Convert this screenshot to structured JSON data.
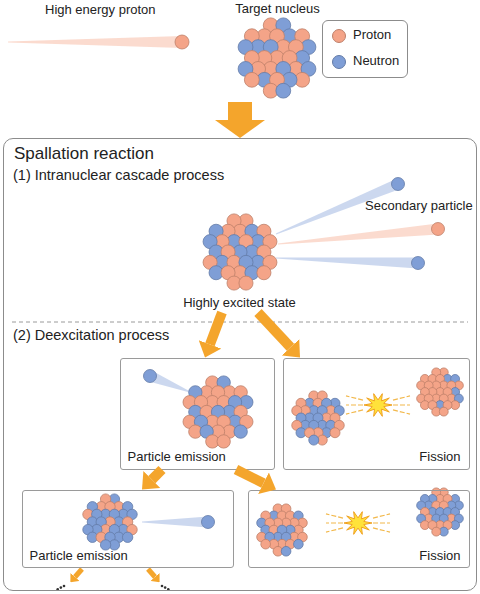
{
  "diagram": {
    "nodes": [
      {
        "text": [
          "Target nucleus"
        ]
      },
      {
        "text": [
          "Spallation reaction"
        ]
      },
      {
        "text": [
          "Highly excited state"
        ],
        "in": 1
      },
      {
        "text": [
          "Particle emission"
        ],
        "in": 1
      },
      {
        "text": [
          "Fission"
        ],
        "in": 1
      },
      {
        "text": [
          "Particle emission"
        ],
        "in": 1
      },
      {
        "text": [
          "Fission"
        ],
        "in": 1
      }
    ],
    "edges": [
      {
        "from": 0,
        "to": 1,
        "arrow": "to"
      },
      {
        "from": 2,
        "to": 3,
        "arrow": "to"
      },
      {
        "from": 2,
        "to": 4,
        "arrow": "to"
      },
      {
        "from": 3,
        "to": 5,
        "arrow": "to"
      },
      {
        "from": 3,
        "to": 6,
        "arrow": "to"
      }
    ],
    "labels": [
      "High energy proton",
      "Secondary particle",
      "(1) Intranuclear cascade process",
      "(2) Deexcitation process"
    ],
    "legend": [
      {
        "text": "Proton",
        "color": "#f4a488"
      },
      {
        "text": "Neutron",
        "color": "#7f9ed6"
      }
    ]
  }
}
